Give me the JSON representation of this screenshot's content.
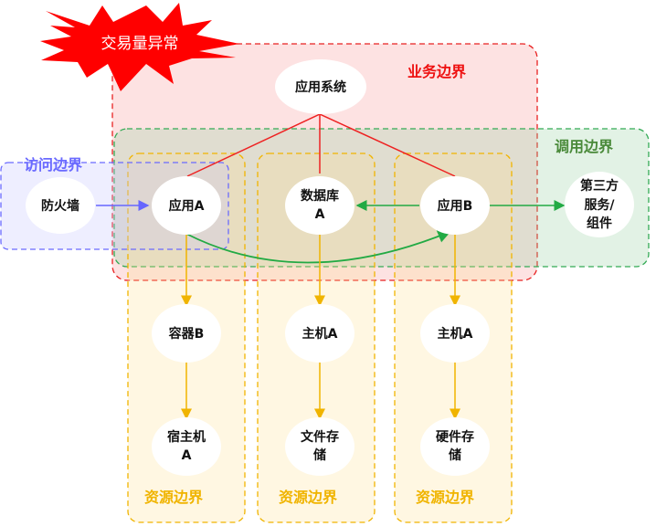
{
  "alert": {
    "label": "交易量异常",
    "color": "#ff0000"
  },
  "boundaries": {
    "business": {
      "label": "业务边界",
      "color": "#ee1111"
    },
    "call": {
      "label": "调用边界",
      "color": "#4a8a3a"
    },
    "access": {
      "label": "访问边界",
      "color": "#6a6aff"
    },
    "resource": [
      {
        "label": "资源边界"
      },
      {
        "label": "资源边界"
      },
      {
        "label": "资源边界"
      }
    ],
    "resource_color": "#f0b400"
  },
  "nodes": {
    "app_system": [
      "应用系统"
    ],
    "firewall": [
      "防火墙"
    ],
    "app_a": [
      "应用A"
    ],
    "database_a": [
      "数据库",
      "A"
    ],
    "app_b": [
      "应用B"
    ],
    "third_party": [
      "第三方",
      "服务/",
      "组件"
    ],
    "container_b": [
      "容器B"
    ],
    "host_a_1": [
      "主机A"
    ],
    "host_a_2": [
      "主机A"
    ],
    "physical_host_a": [
      "宿主机",
      "A"
    ],
    "file_storage": [
      "文件存储",
      "储"
    ],
    "hardware_storage": [
      "硬件存储",
      "储"
    ]
  }
}
